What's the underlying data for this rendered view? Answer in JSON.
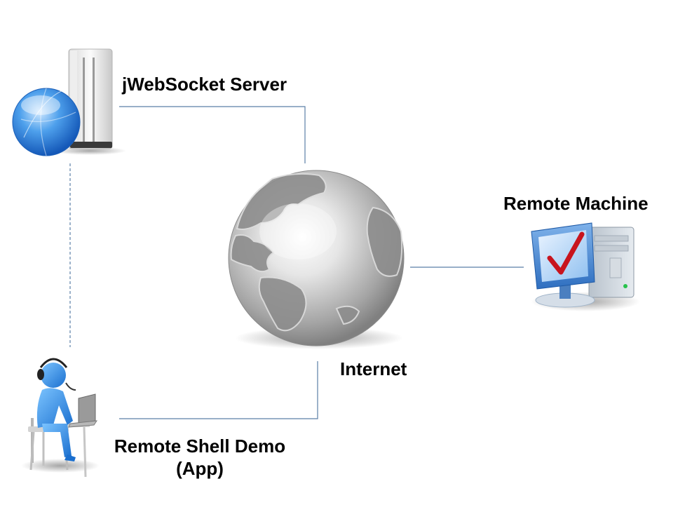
{
  "nodes": {
    "server": {
      "label": "jWebSocket Server",
      "icon": "server-globe-icon"
    },
    "internet": {
      "label": "Internet",
      "icon": "globe-icon"
    },
    "remote_machine": {
      "label": "Remote Machine",
      "icon": "computer-checkmark-icon"
    },
    "app": {
      "label_line1": "Remote Shell Demo",
      "label_line2": "(App)",
      "icon": "operator-laptop-icon"
    }
  },
  "colors": {
    "connector": "#5b7fa6",
    "dashed_connector": "#5b7fa6",
    "label_text": "#000000",
    "globe_gray": "#a8a8a8",
    "server_blue": "#2f7fd6",
    "person_blue": "#2b8fe0",
    "monitor_blue": "#3f7fc8",
    "check_red": "#c8141e"
  }
}
